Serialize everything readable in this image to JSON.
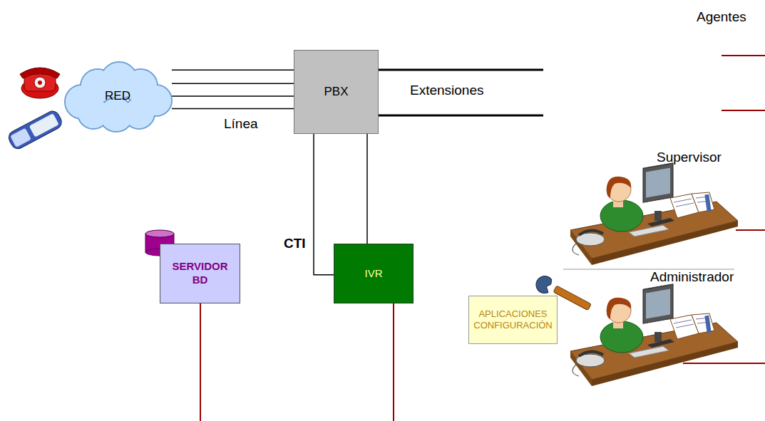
{
  "diagram": {
    "nodes": [
      {
        "text": [
          "RED"
        ]
      },
      {
        "text": [
          "PBX"
        ]
      },
      {
        "text": [
          "SERVIDOR BD"
        ]
      },
      {
        "text": [
          "IVR"
        ]
      },
      {
        "text": [
          "APLICACIONES CONFIGURACIÓN"
        ]
      }
    ],
    "edges": [
      {
        "from": 0,
        "to": 1,
        "label": "Línea",
        "arrow": "none"
      },
      {
        "from": 1,
        "to": 3,
        "label": "CTI",
        "arrow": "none"
      },
      {
        "from": 1,
        "to": 3,
        "arrow": "none"
      }
    ],
    "labels": [
      "Agentes",
      "Extensiones",
      "Supervisor",
      "Administrador"
    ]
  }
}
